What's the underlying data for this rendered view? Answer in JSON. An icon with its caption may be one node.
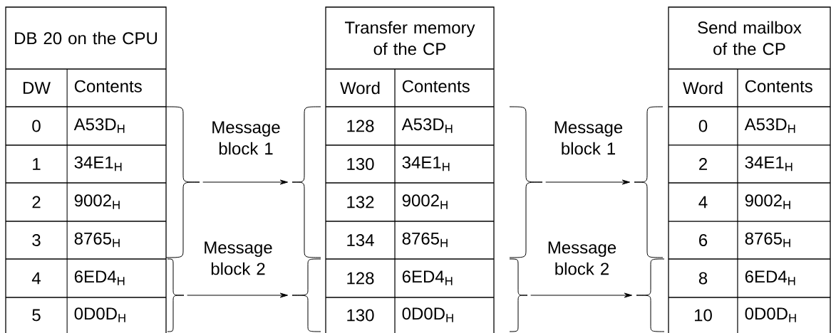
{
  "diagram": {
    "nodes": [
      {
        "text": [
          "DB 20 on the CPU"
        ]
      },
      {
        "text": [
          "Transfer memory of the CP"
        ]
      },
      {
        "text": [
          "Send mailbox of the CP"
        ]
      },
      {
        "text": [],
        "shape": "brace"
      },
      {
        "text": [],
        "shape": "brace"
      },
      {
        "text": [],
        "shape": "brace"
      },
      {
        "text": [],
        "shape": "brace"
      },
      {
        "text": [],
        "shape": "brace"
      },
      {
        "text": [],
        "shape": "brace"
      },
      {
        "text": [],
        "shape": "brace"
      },
      {
        "text": [],
        "shape": "brace"
      }
    ],
    "edges": [
      {
        "from": 3,
        "to": 5,
        "arrow": "to",
        "label": "Message block 1"
      },
      {
        "from": 4,
        "to": 6,
        "arrow": "to",
        "label": "Message block 2"
      },
      {
        "from": 7,
        "to": 9,
        "arrow": "to",
        "label": "Message block 1"
      },
      {
        "from": 8,
        "to": 10,
        "arrow": "to",
        "label": "Message block 2"
      }
    ],
    "labels": [
      "DW",
      "Contents",
      "0",
      "A53D$_{H}$",
      "1",
      "34E1$_{H}$",
      "2",
      "9002$_{H}$",
      "3",
      "8765$_{H}$",
      "4",
      "6ED4$_{H}$",
      "5",
      "0D0D$_{H}$",
      "Word",
      "Contents",
      "128",
      "A53D$_{H}$",
      "130",
      "34E1$_{H}$",
      "132",
      "9002$_{H}$",
      "134",
      "8765$_{H}$",
      "128",
      "6ED4$_{H}$",
      "130",
      "0D0D$_{H}$",
      "Word",
      "Contents",
      "0",
      "A53D$_{H}$",
      "2",
      "34E1$_{H}$",
      "4",
      "9002$_{H}$",
      "6",
      "8765$_{H}$",
      "8",
      "6ED4$_{H}$",
      "10",
      "0D0D$_{H}$"
    ]
  }
}
